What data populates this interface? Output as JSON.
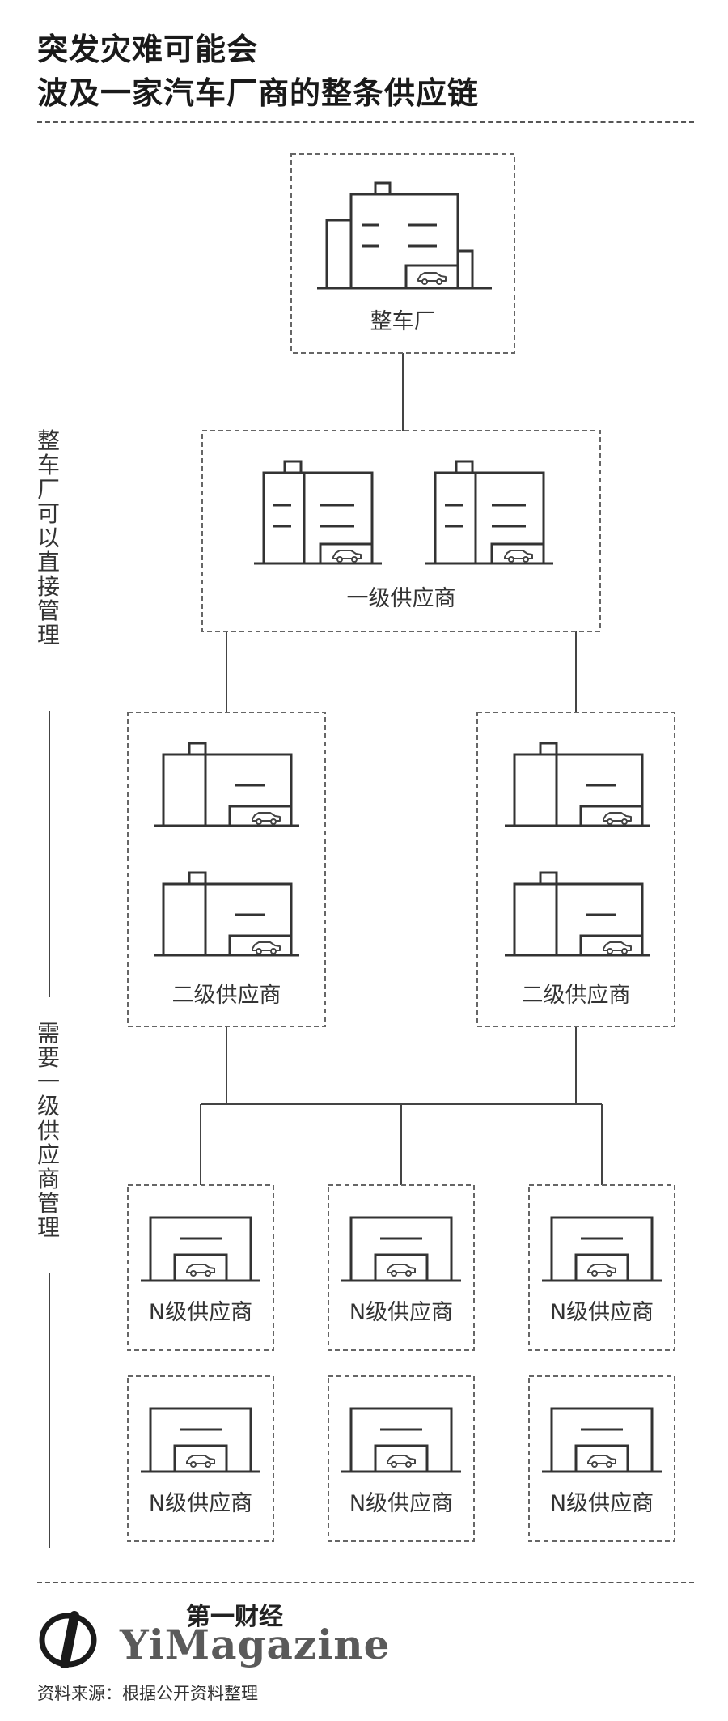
{
  "title": {
    "line1": "突发灾难可能会",
    "line2": "波及一家汽车厂商的整条供应链"
  },
  "side_labels": {
    "direct": "整车厂可以直接管理",
    "indirect": "需要一级供应商管理"
  },
  "nodes": {
    "oem": "整车厂",
    "tier1": "一级供应商",
    "tier2_left": "二级供应商",
    "tier2_right": "二级供应商",
    "tierN": [
      "N级供应商",
      "N级供应商",
      "N级供应商",
      "N级供应商",
      "N级供应商",
      "N级供应商"
    ]
  },
  "brand": {
    "cn": "第一财经",
    "en": "YiMagazine"
  },
  "source": "资料来源：根据公开资料整理",
  "colors": {
    "line": "#444444",
    "dash": "#666666",
    "text": "#333333"
  },
  "icons": [
    "factory-icon",
    "car-icon",
    "warehouse-icon",
    "yicai-logo-icon"
  ]
}
